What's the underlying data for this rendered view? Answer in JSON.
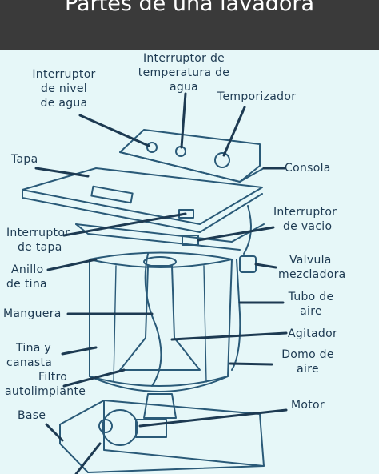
{
  "title": "Partes de una lavadora",
  "labels": {
    "interruptor_temperatura": [
      "Interruptor de",
      "temperatura de",
      "agua"
    ],
    "interruptor_nivel": [
      "Interruptor",
      "de nivel",
      "de agua"
    ],
    "temporizador": "Temporizador",
    "tapa": "Tapa",
    "consola": "Consola",
    "interruptor_vacio": [
      "Interruptor",
      "de vacio"
    ],
    "interruptor_tapa": [
      "Interruptor",
      "de tapa"
    ],
    "anillo_tina": [
      "Anillo",
      "de tina"
    ],
    "valvula_mezcladora": [
      "Valvula",
      "mezcladora"
    ],
    "tubo_aire": [
      "Tubo de",
      "aire"
    ],
    "manguera": "Manguera",
    "agitador": "Agitador",
    "tina_canasta": [
      "Tina y",
      "canasta"
    ],
    "domo_aire": [
      "Domo de",
      "aire"
    ],
    "filtro": [
      "Filtro",
      "autolimpiante"
    ],
    "motor": "Motor",
    "base": "Base"
  },
  "colors": {
    "banner": "#3a3a3a",
    "background": "#e6f7f8",
    "ink": "#1d3a52",
    "line": "#2a5a78"
  }
}
